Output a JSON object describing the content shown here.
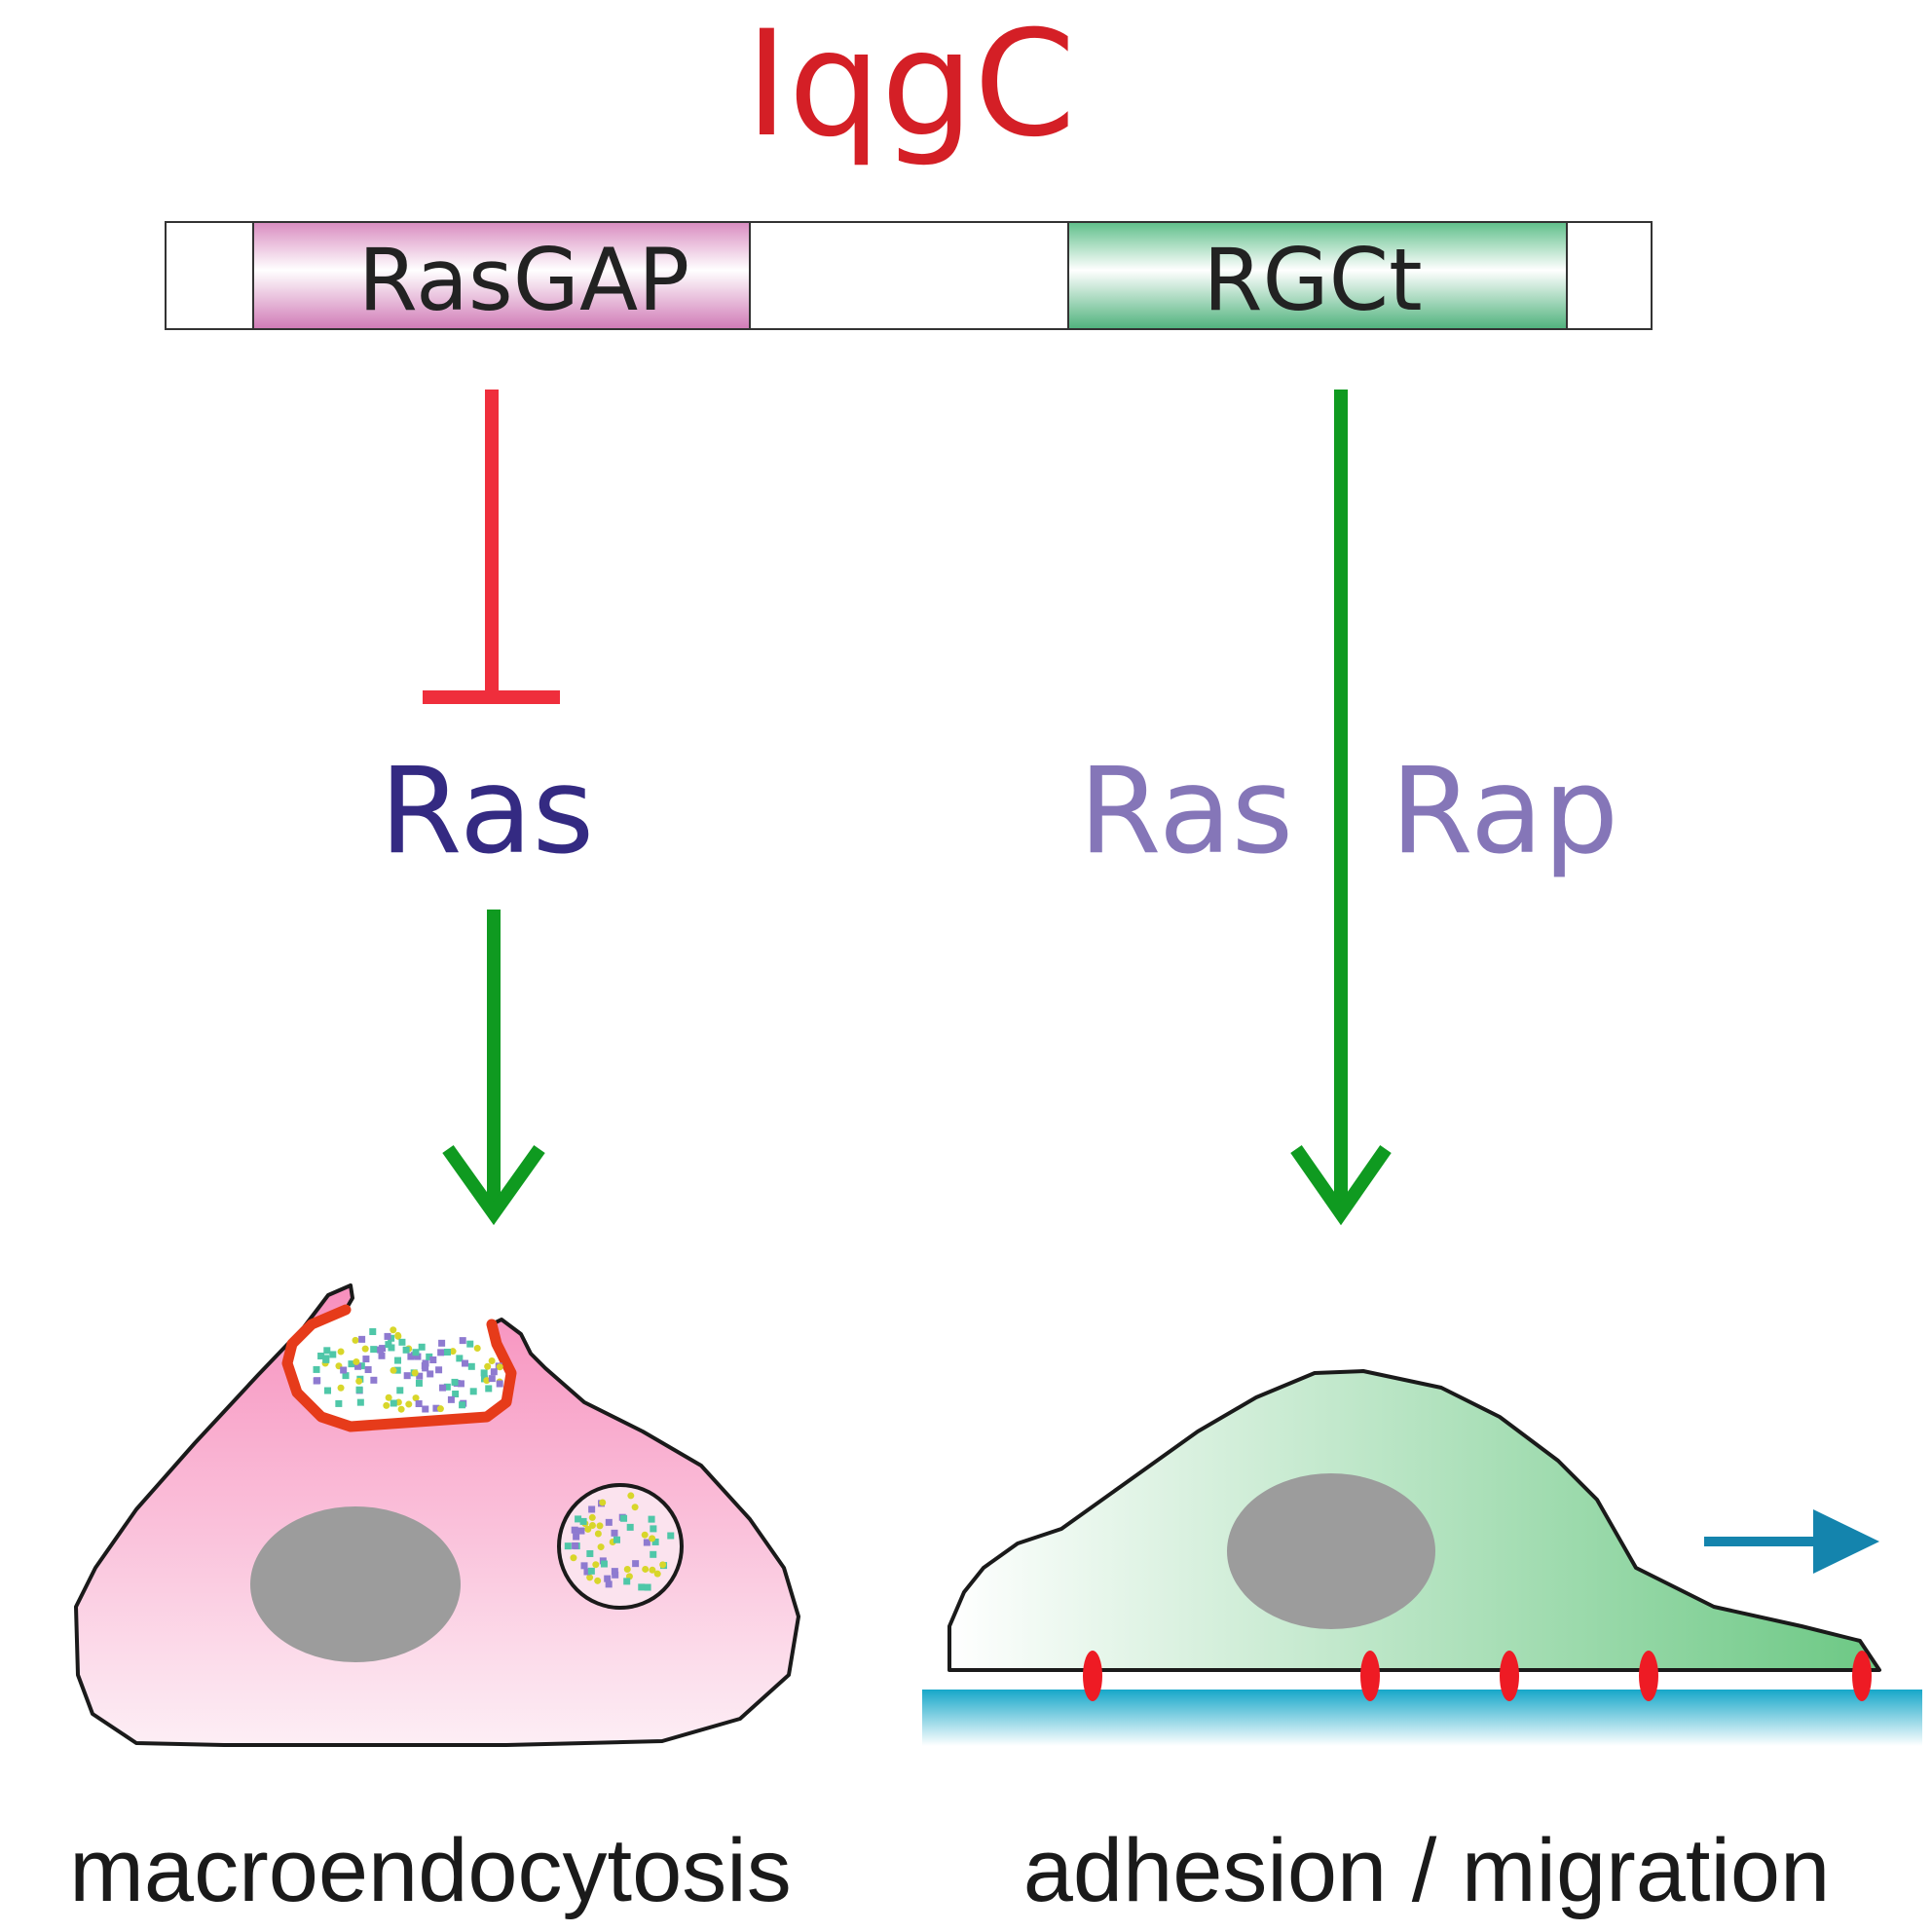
{
  "title": "IqgC",
  "domains": {
    "left": "RasGAP",
    "right": "RGCt"
  },
  "targets": {
    "left": "Ras",
    "right_a": "Ras",
    "right_b": "Rap"
  },
  "outcomes": {
    "left": "macroendocytosis",
    "right": "adhesion / migration"
  },
  "colors": {
    "title": "#d41f26",
    "inhibition": "#ef2e3c",
    "activation": "#0f9a20",
    "ras_left": "#342a82",
    "ras_rap_right": "#8576b8",
    "rasgap_domain": "#d98cc0",
    "rgct_domain": "#5fbf8a",
    "cell_left": "#f7a4c8",
    "cell_right": "#7fcf8f",
    "nucleus": "#9c9c9c",
    "substrate": "#16a7c9",
    "migration_arrow": "#1484ad",
    "adhesion_points": "#ee1b24"
  }
}
